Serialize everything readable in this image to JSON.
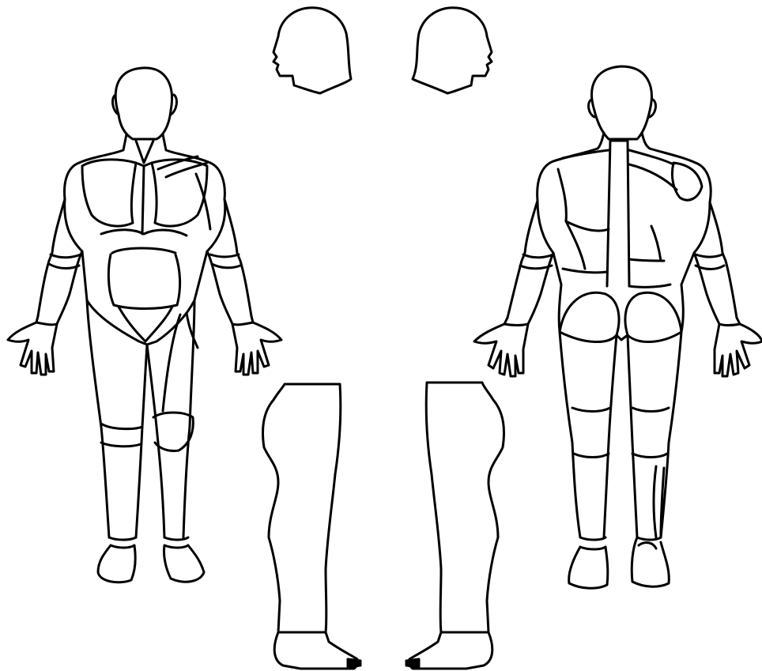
{
  "figure": {
    "style": "black line art on white background",
    "stroke_color": "#000000",
    "background_color": "#ffffff",
    "views": [
      "front-body",
      "back-body",
      "head-left-profile",
      "head-right-profile",
      "leg-left-side",
      "leg-right-side"
    ]
  }
}
